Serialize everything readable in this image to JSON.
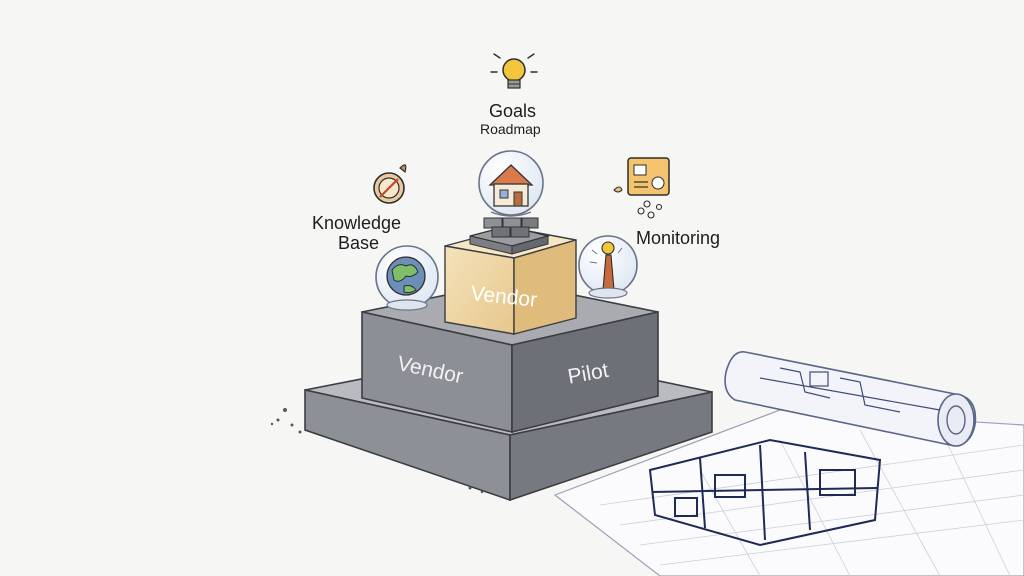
{
  "diagram": {
    "labels": {
      "goals": "Goals",
      "roadmap": "Roadmap",
      "knowledge_line1": "Knowledge",
      "knowledge_line2": "Base",
      "monitoring": "Monitoring"
    },
    "block_faces": {
      "top_block": "Vendor",
      "middle_left": "Vendor",
      "middle_right": "Pilot"
    },
    "colors": {
      "background": "#f6f6f5",
      "concrete": "#8c8f95",
      "top_block": "#ecd3a0",
      "ink": "#1d1d1f",
      "blueprint_ink": "#1f2a55",
      "bulb": "#f2c53d",
      "globe_green": "#7fbf6a",
      "globe_blue": "#6b8fb8"
    },
    "icons": [
      "lightbulb-icon",
      "house-icon",
      "globe-icon",
      "compass-icon",
      "monitor-icon",
      "dial-icon",
      "brick-stack-icon",
      "blueprint-roll-icon"
    ]
  }
}
